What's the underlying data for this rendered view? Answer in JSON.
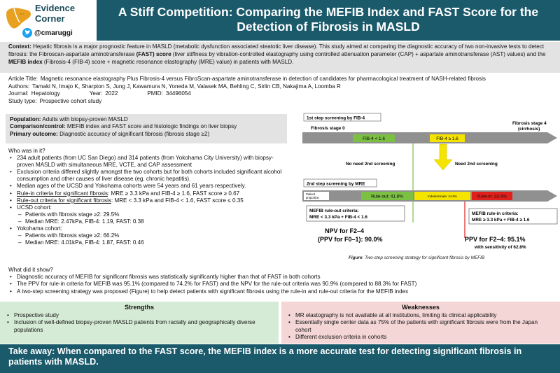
{
  "header": {
    "brand_line1": "Evidence",
    "brand_line2": "Corner",
    "handle": "@cmaruggi",
    "title": "A Stiff Competition: Comparing the MEFIB Index and FAST Score for the Detection of Fibrosis in MASLD",
    "colors": {
      "bar": "#1a5a6b",
      "liver": "#e8a020"
    }
  },
  "context": {
    "label": "Context:",
    "text_a": " Hepatic fibrosis is a major prognostic feature in MASLD (metabolic dysfunction associated steatotic liver disease). This study aimed at comparing the diagnostic accuracy of two non-invasive tests to detect fibrosis: the Fibroscan-aspartate aminotransferase ",
    "fast_bold": "(FAST) score",
    "text_b": " (liver stiffness by vibration-controlled elastography using controlled attenuation parameter (CAP) + aspartate aminotransferase (AST) values) and the ",
    "mefib_bold": "MEFIB index",
    "text_c": " (Fibrosis-4 (FIB-4) score + magnetic resonance elastography (MRE) value) in patients with MASLD."
  },
  "article": {
    "title_label": "Article Title:",
    "title": "Magnetic resonance elastography Plus Fibrosis-4 versus FibroScan-aspartate aminotransferase in detection of candidates for pharmacological treatment of NASH-related fibrosis",
    "authors_label": "Authors:",
    "authors": "Tamaki N, Imajo K, Sharpton S, Jung J, Kawamura N, Yoneda M, Valasek MA, Behling C, Sirlin CB, Nakajima A, Loomba R",
    "journal_label": "Journal:",
    "journal": "Hepatology",
    "year_label": "Year:",
    "year": "2022",
    "pmid_label": "PMID:",
    "pmid": "34496054",
    "type_label": "Study type:",
    "type": "Prospective cohort study"
  },
  "population": {
    "pop_label": "Population:",
    "pop": "Adults with biopsy-proven MASLD",
    "comp_label": "Comparison/control:",
    "comp": "MEFIB index and FAST score and histologic findings on liver biopsy",
    "outcome_label": "Primary outcome:",
    "outcome": "Diagnostic accuracy of significant fibrosis (fibrosis stage ≥2)"
  },
  "who": {
    "heading": "Who was in it?",
    "items": [
      "234 adult patients (from UC San Diego) and 314 patients (from Yokohama City University)  with biopsy-proven MASLD with simultaneous MRE, VCTE, and CAP assessment",
      "Exclusion criteria differed slightly amongst the two cohorts but for both cohorts included significant alcohol consumption and other causes of liver disease  (eg. chronic hepatitis).",
      "Median ages of the UCSD and Yokohama cohorts were 54 years and 61 years respectively."
    ],
    "rule_in_label": "Rule-in criteria for significant fibrosis",
    "rule_in": ": MRE ≥ 3.3 kPa and FIB-4 ≥ 1.6, FAST score ≥ 0.67",
    "rule_out_label": "Rule-out criteria for significant fibrosis",
    "rule_out": ": MRE < 3.3 kPa and FIB-4 < 1.6, FAST score ≤ 0.35",
    "ucsd_label": "UCSD cohort:",
    "ucsd_1": "Patients with fibrosis stage ≥2: 29.5%",
    "ucsd_2": "Median MRE: 2.47kPa, FIB-4: 1.19, FAST: 0.38",
    "yoko_label": "Yokohama cohort:",
    "yoko_1": "Patients with fibrosis stage ≥2: 66.2%",
    "yoko_2": "Median MRE: 4.01kPa, FIB-4: 1.87, FAST: 0.46"
  },
  "figure": {
    "step1_label": "1st step screening by FIB-4",
    "stage0": "Fibrosis stage 0",
    "stage4_line1": "Fibrosis stage 4",
    "stage4_line2": "(cirrhosis)",
    "fib_low": "FIB-4 < 1.6",
    "fib_high": "FIB-4 ≥ 1.6",
    "no_need": "No need 2nd screening",
    "need": "Need 2nd screening",
    "step2_label": "2nd step screening by MRE",
    "patient_prop_1": "Patient",
    "patient_prop_2": "proportion",
    "rule_out": "Rule-out: 41.8%",
    "indeterminate": "Indeterminate: 24.8%",
    "rule_in": "Rule-in: 33.4%",
    "ro_crit_1": "MEFIB rule-out criteria:",
    "ro_crit_2": "MRE < 3.3 kPa + FIB-4 < 1.6",
    "ri_crit_1": "MEFIB rule-in criteria:",
    "ri_crit_2": "MRE ≥ 3.3 kPa + FIB-4 ≥ 1.6",
    "npv_1": "NPV for F2–4",
    "npv_2": "(PPV for F0–1): 90.0%",
    "ppv_1": "PPV for F2–4: 95.1%",
    "ppv_2": "with sensitivity of  62.8%",
    "caption_label": "Figure",
    "caption": ": Two-step screening strategy for significant fibrosis by MEFIB",
    "colors": {
      "green": "#7bc043",
      "yellow": "#f5e400",
      "red": "#e0201c",
      "arrow": "#8a8a8a"
    }
  },
  "show": {
    "heading": "What did it show?",
    "items": [
      "Diagnostic accuracy of MEFIB for significant fibrosis was statistically significantly higher than that of FAST in both cohorts",
      "The PPV for rule-in criteria for MEFIB was 95.1% (compared to 74.2% for FAST) and the NPV for the rule-out criteria was 90.9% (compared to 88.3% for FAST)",
      "A two-step screening strategy was proposed (Figure) to help detect patients with significant fibrosis using the rule-in and rule-out criteria for the MEFIB index"
    ]
  },
  "strengths": {
    "heading": "Strengths",
    "items": [
      "Prospective study",
      "Inclusion of well-defined biopsy-proven MASLD patients from racially and geographically diverse populations"
    ]
  },
  "weaknesses": {
    "heading": "Weaknesses",
    "items": [
      "MR elastography is not available at all institutions, limiting its clinical applicability",
      "Essentially single center data as 75% of the patients with significant fibrosis were from the Japan cohort",
      "Different exclusion criteria in cohorts"
    ]
  },
  "takeaway": {
    "text": "Take away: When compared to the FAST score, the MEFIB index is a more accurate test for detecting significant fibrosis in patients with MASLD."
  }
}
